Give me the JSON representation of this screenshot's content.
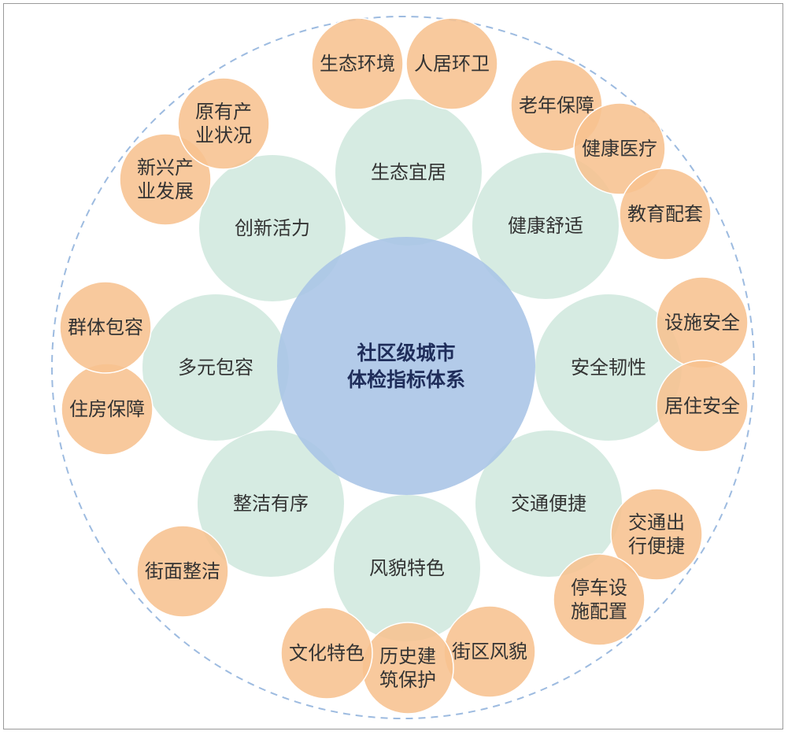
{
  "diagram": {
    "center": {
      "lines": [
        "社区级城市",
        "体检指标体系"
      ],
      "color": "#a9c4e6"
    },
    "colors": {
      "dimension": "#cfe8dd",
      "indicator": "#f7c28f",
      "indicator_stroke": "#ffffff",
      "outer_ring": "#9dbbe0",
      "frame": "#9a9a9a"
    },
    "dimensions": [
      {
        "id": "eco",
        "label": "生态宜居"
      },
      {
        "id": "health",
        "label": "健康舒适"
      },
      {
        "id": "safety",
        "label": "安全韧性"
      },
      {
        "id": "traffic",
        "label": "交通便捷"
      },
      {
        "id": "style",
        "label": "风貌特色"
      },
      {
        "id": "order",
        "label": "整洁有序"
      },
      {
        "id": "inclusive",
        "label": "多元包容"
      },
      {
        "id": "vitality",
        "label": "创新活力"
      }
    ],
    "indicators": [
      {
        "id": "eco-env",
        "lines": [
          "生态环境"
        ]
      },
      {
        "id": "living-env",
        "lines": [
          "人居环卫"
        ]
      },
      {
        "id": "elderly",
        "lines": [
          "老年保障"
        ]
      },
      {
        "id": "medical",
        "lines": [
          "健康医疗"
        ]
      },
      {
        "id": "education",
        "lines": [
          "教育配套"
        ]
      },
      {
        "id": "facility-safety",
        "lines": [
          "设施安全"
        ]
      },
      {
        "id": "residence-safety",
        "lines": [
          "居住安全"
        ]
      },
      {
        "id": "travel",
        "lines": [
          "交通出",
          "行便捷"
        ]
      },
      {
        "id": "parking",
        "lines": [
          "停车设",
          "施配置"
        ]
      },
      {
        "id": "district-style",
        "lines": [
          "街区风貌"
        ]
      },
      {
        "id": "historic",
        "lines": [
          "历史建",
          "筑保护"
        ]
      },
      {
        "id": "culture",
        "lines": [
          "文化特色"
        ]
      },
      {
        "id": "street-clean",
        "lines": [
          "街面整洁"
        ]
      },
      {
        "id": "housing",
        "lines": [
          "住房保障"
        ]
      },
      {
        "id": "group",
        "lines": [
          "群体包容"
        ]
      },
      {
        "id": "new-industry",
        "lines": [
          "新兴产",
          "业发展"
        ]
      },
      {
        "id": "old-industry",
        "lines": [
          "原有产",
          "业状况"
        ]
      }
    ]
  }
}
